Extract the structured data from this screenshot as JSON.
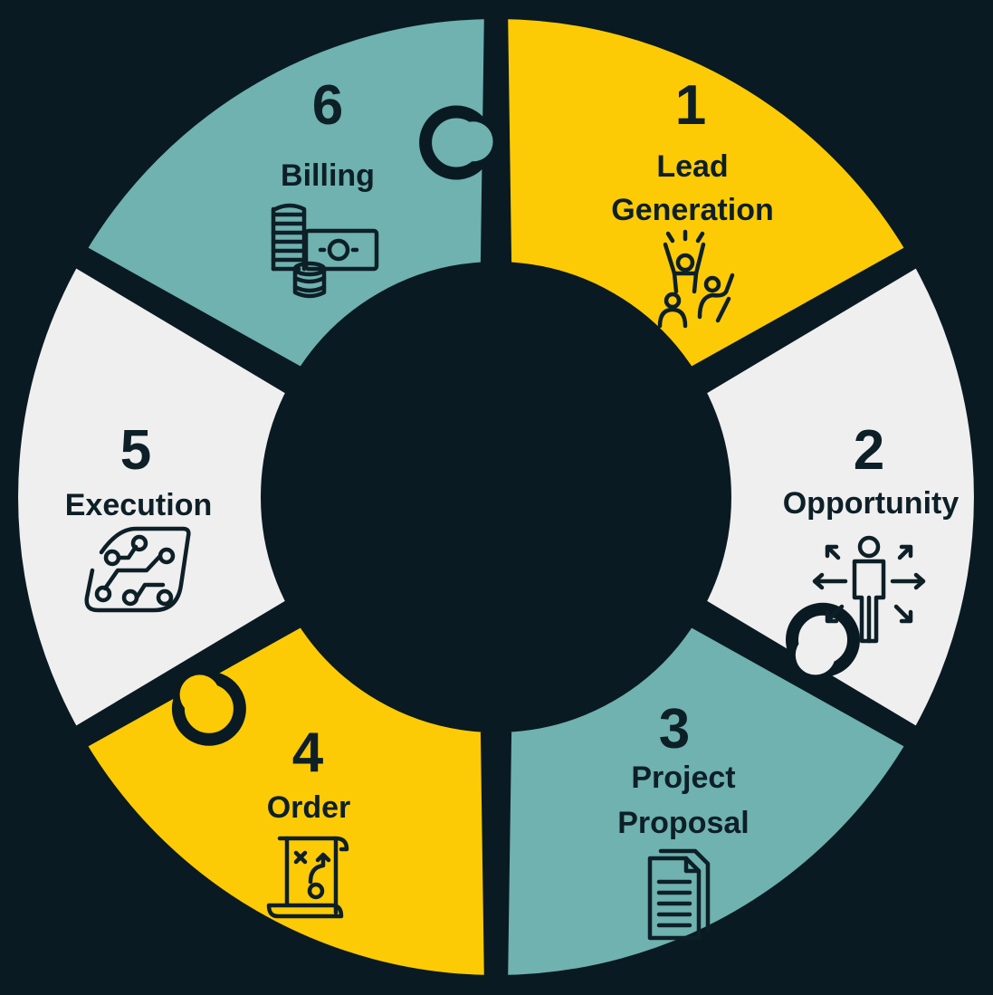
{
  "colors": {
    "background": "#0a1a22",
    "yellow": "#fccb05",
    "teal": "#6fb2b0",
    "light": "#efefef",
    "text": "#0d1f27"
  },
  "steps": [
    {
      "number": "1",
      "lines": [
        "Lead",
        "Generation"
      ],
      "icon": "celebrating-people-icon",
      "color": "yellow"
    },
    {
      "number": "2",
      "lines": [
        "Opportunity"
      ],
      "icon": "person-arrows-icon",
      "color": "light"
    },
    {
      "number": "3",
      "lines": [
        "Project",
        "Proposal"
      ],
      "icon": "documents-icon",
      "color": "teal"
    },
    {
      "number": "4",
      "lines": [
        "Order"
      ],
      "icon": "strategy-scroll-icon",
      "color": "yellow"
    },
    {
      "number": "5",
      "lines": [
        "Execution"
      ],
      "icon": "circuit-icon",
      "color": "light"
    },
    {
      "number": "6",
      "lines": [
        "Billing"
      ],
      "icon": "coins-banknote-icon",
      "color": "teal"
    }
  ]
}
